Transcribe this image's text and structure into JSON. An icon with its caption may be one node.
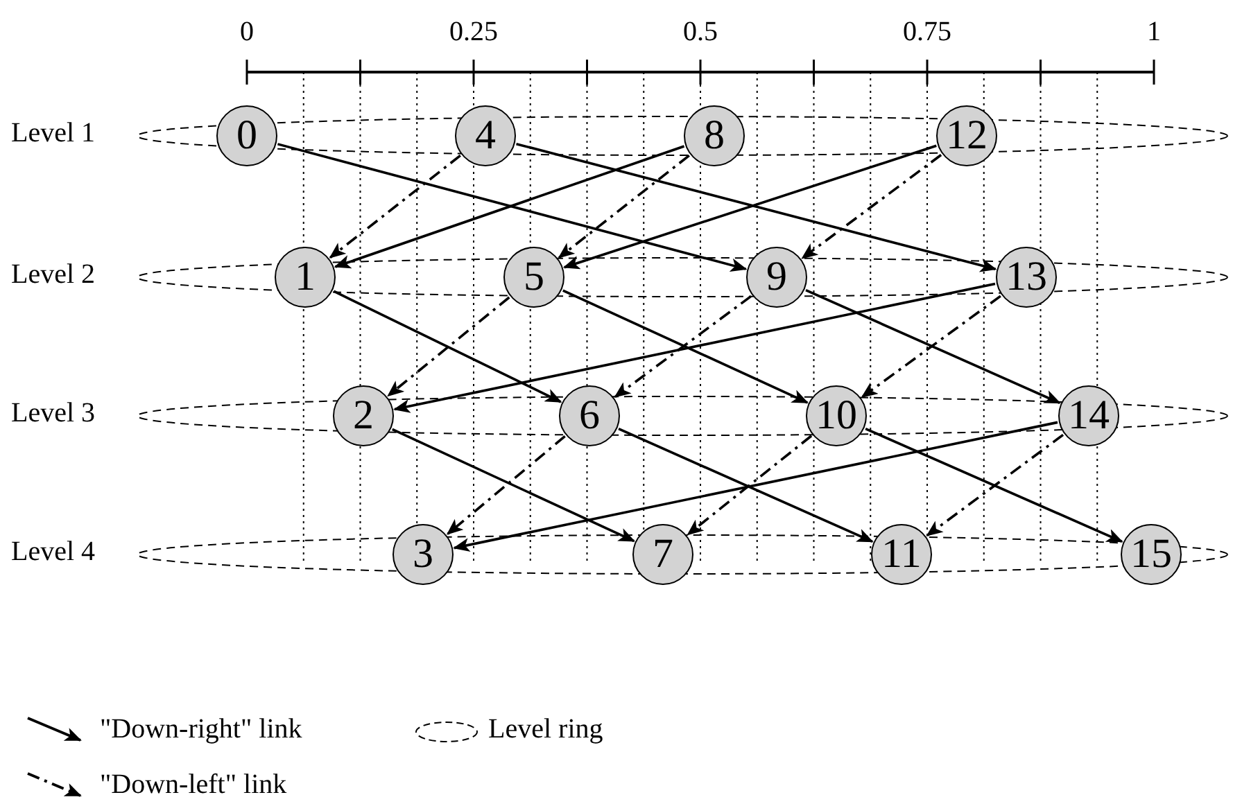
{
  "diagram": {
    "nodes": [
      {
        "text": [
          "0"
        ]
      },
      {
        "text": [
          "4"
        ]
      },
      {
        "text": [
          "8"
        ]
      },
      {
        "text": [
          "12"
        ]
      },
      {
        "text": [
          "1"
        ]
      },
      {
        "text": [
          "5"
        ]
      },
      {
        "text": [
          "9"
        ]
      },
      {
        "text": [
          "13"
        ]
      },
      {
        "text": [
          "2"
        ]
      },
      {
        "text": [
          "6"
        ]
      },
      {
        "text": [
          "10"
        ]
      },
      {
        "text": [
          "14"
        ]
      },
      {
        "text": [
          "3"
        ]
      },
      {
        "text": [
          "7"
        ]
      },
      {
        "text": [
          "11"
        ]
      },
      {
        "text": [
          "15"
        ]
      }
    ],
    "edges": [
      {
        "from": 0,
        "to": 6,
        "arrow": "to"
      },
      {
        "from": 1,
        "to": 7,
        "arrow": "to"
      },
      {
        "from": 2,
        "to": 4,
        "arrow": "to"
      },
      {
        "from": 3,
        "to": 5,
        "arrow": "to"
      },
      {
        "from": 1,
        "to": 4,
        "arrow": "to",
        "style": "dashed"
      },
      {
        "from": 2,
        "to": 5,
        "arrow": "to",
        "style": "dashed"
      },
      {
        "from": 3,
        "to": 6,
        "arrow": "to",
        "style": "dashed"
      },
      {
        "from": 4,
        "to": 9,
        "arrow": "to"
      },
      {
        "from": 5,
        "to": 10,
        "arrow": "to"
      },
      {
        "from": 6,
        "to": 11,
        "arrow": "to"
      },
      {
        "from": 7,
        "to": 8,
        "arrow": "to"
      },
      {
        "from": 5,
        "to": 8,
        "arrow": "to",
        "style": "dashed"
      },
      {
        "from": 6,
        "to": 9,
        "arrow": "to",
        "style": "dashed"
      },
      {
        "from": 7,
        "to": 10,
        "arrow": "to",
        "style": "dashed"
      },
      {
        "from": 8,
        "to": 13,
        "arrow": "to"
      },
      {
        "from": 9,
        "to": 14,
        "arrow": "to"
      },
      {
        "from": 10,
        "to": 15,
        "arrow": "to"
      },
      {
        "from": 11,
        "to": 12,
        "arrow": "to"
      },
      {
        "from": 9,
        "to": 12,
        "arrow": "to",
        "style": "dashed"
      },
      {
        "from": 10,
        "to": 13,
        "arrow": "to",
        "style": "dashed"
      },
      {
        "from": 11,
        "to": 14,
        "arrow": "to",
        "style": "dashed"
      }
    ],
    "labels": [
      "0",
      "0.25",
      "0.5",
      "0.75",
      "1",
      "Level 1",
      "Level 2",
      "Level 3",
      "Level 4"
    ],
    "legend": [
      {
        "text": "\"Down-right\" link"
      },
      {
        "text": "Level ring"
      },
      {
        "text": "\"Down-left\" link"
      }
    ]
  }
}
